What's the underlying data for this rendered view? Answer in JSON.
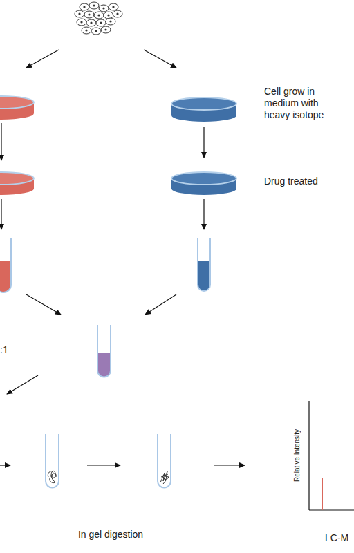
{
  "diagram": {
    "labels": [
      "Cell grow in medium with heavy isotope",
      "Drug treated",
      ":1",
      "In gel digestion",
      "Relative Intensity",
      "LC-M"
    ]
  }
}
